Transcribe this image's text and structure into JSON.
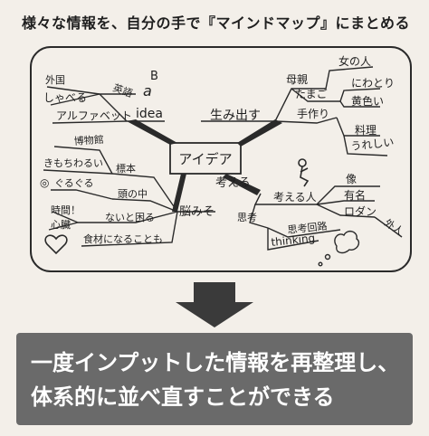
{
  "title": "様々な情報を、自分の手で『マインドマップ』にまとめる",
  "center": "アイデア",
  "branches": {
    "idea": "idea",
    "umidasu": "生み出す",
    "kangaeru": "考える",
    "nomiso": "脳みそ"
  },
  "nodes": {
    "eigo": "英語",
    "gaikoku": "外国",
    "shaberu": "しゃべる",
    "alphabet": "アルファベット",
    "letter_b": "B",
    "letter_a": "a",
    "hahaoya": "母親",
    "tamago": "たまご",
    "onnanohito": "女の人",
    "niwatori": "にわとり",
    "kiiroi": "黄色い",
    "tezukuri": "手作り",
    "ryouri": "料理",
    "ureshii": "うれしい",
    "hakubutsukan": "博物館",
    "kimochiwarui": "きもちわるい",
    "hyouhon": "標本",
    "guruguru": "ぐるぐる",
    "atamanonaka": "頭の中",
    "jikan": "時間！",
    "shinzou": "心臓",
    "naitokomaru": "ないと困る",
    "shokuzai": "食材になることも",
    "kangaeruhito": "考える人",
    "zou": "像",
    "yuumei": "有名",
    "rodan": "ロダン",
    "gaijin": "外人",
    "shikou": "思考",
    "shikoukairo": "思考回路",
    "thinking": "thinking"
  },
  "banner": {
    "line1": "一度インプットした情報を再整理し、",
    "line2": "体系的に並べ直すことができる"
  }
}
